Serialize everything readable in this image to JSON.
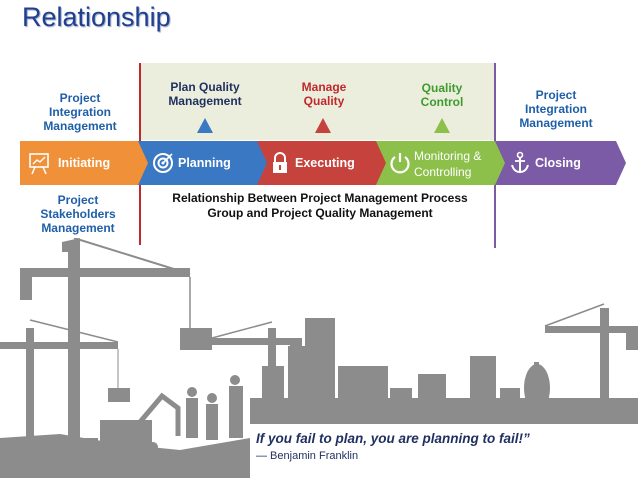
{
  "title": "Relationship",
  "left_top_label": "Project\nIntegration\nManagement",
  "left_bottom_label": "Project\nStakeholders\nManagement",
  "right_top_label": "Project\nIntegration\nManagement",
  "quality_processes": [
    {
      "label": "Plan Quality\nManagement",
      "color": "#1f2f5f"
    },
    {
      "label": "Manage\nQuality",
      "color": "#c0282c"
    },
    {
      "label": "Quality\nControl",
      "color": "#3e9b2e"
    }
  ],
  "stages": [
    {
      "label": "Initiating",
      "color": "#f0913a",
      "icon": "presentation-board-icon"
    },
    {
      "label": "Planning",
      "color": "#3a78c4",
      "icon": "target-icon"
    },
    {
      "label": "Executing",
      "color": "#c5423d",
      "icon": "lock-icon"
    },
    {
      "label": "Monitoring &\nControlling",
      "color": "#8cc04a",
      "icon": "power-icon"
    },
    {
      "label": "Closing",
      "color": "#7b5aa6",
      "icon": "anchor-icon"
    }
  ],
  "caption": "Relationship Between Project Management Process\nGroup and Project Quality Management",
  "quote": "If you fail to plan, you are planning to fail!”",
  "author": "— Benjamin Franklin",
  "colors": {
    "title": "#1f3f8f",
    "band": "#ebeedd",
    "silhouette": "#8c8c8c",
    "red_line": "#c0282c",
    "purple_line": "#7b5aa6"
  }
}
